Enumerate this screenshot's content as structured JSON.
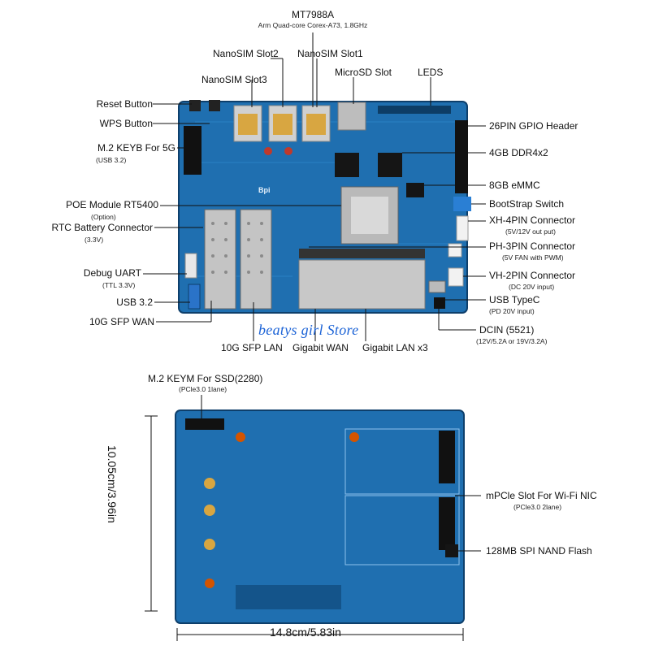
{
  "top_labels": {
    "cpu_title": "MT7988A",
    "cpu_sub": "Arm Quad-core Corex-A73, 1.8GHz",
    "nanosim2": "NanoSIM Slot2",
    "nanosim1": "NanoSIM Slot1",
    "nanosim3": "NanoSIM Slot3",
    "microsd": "MicroSD Slot",
    "leds": "LEDS"
  },
  "left_labels": {
    "reset": "Reset Button",
    "wps": "WPS Button",
    "m2_keyb": "M.2 KEYB For 5G",
    "m2_keyb_sub": "(USB 3.2)",
    "poe": "POE Module RT5400",
    "poe_sub": "(Option)",
    "rtc": "RTC Battery Connector",
    "rtc_sub": "(3.3V)",
    "debug": "Debug UART",
    "debug_sub": "(TTL 3.3V)",
    "usb32": "USB 3.2",
    "sfp_wan": "10G SFP WAN"
  },
  "right_labels": {
    "gpio": "26PIN GPIO Header",
    "ddr": "4GB DDR4x2",
    "emmc": "8GB eMMC",
    "bootstrap": "BootStrap Switch",
    "xh4": "XH-4PIN Connector",
    "xh4_sub": "(5V/12V out put)",
    "ph3": "PH-3PIN Connector",
    "ph3_sub": "(5V FAN with PWM)",
    "vh2": "VH-2PIN Connector",
    "vh2_sub": "(DC 20V input)",
    "usbc": "USB TypeC",
    "usbc_sub": "(PD 20V input)",
    "dcin": "DCIN (5521)",
    "dcin_sub": "(12V/5.2A or 19V/3.2A)"
  },
  "bottom_top_labels": {
    "sfp_lan": "10G SFP LAN",
    "gig_wan": "Gigabit WAN",
    "gig_lan": "Gigabit LAN x3"
  },
  "watermark": "beatys girl Store",
  "board_silk": "Bpi",
  "back_labels": {
    "m2_keym": "M.2 KEYM For SSD(2280)",
    "m2_keym_sub": "(PCle3.0 1lane)",
    "mpcie": "mPCle Slot For Wi-Fi NIC",
    "mpcie_sub": "(PCle3.0 2lane)",
    "spi_nand": "128MB SPI NAND Flash"
  },
  "dimensions": {
    "height": "10.05cm/3.96in",
    "width": "14.8cm/5.83in"
  },
  "colors": {
    "board": "#1f6fb0",
    "board_dark": "#14548a",
    "chip": "#151515",
    "metal": "#c9c9c9",
    "gold": "#d8a641"
  }
}
